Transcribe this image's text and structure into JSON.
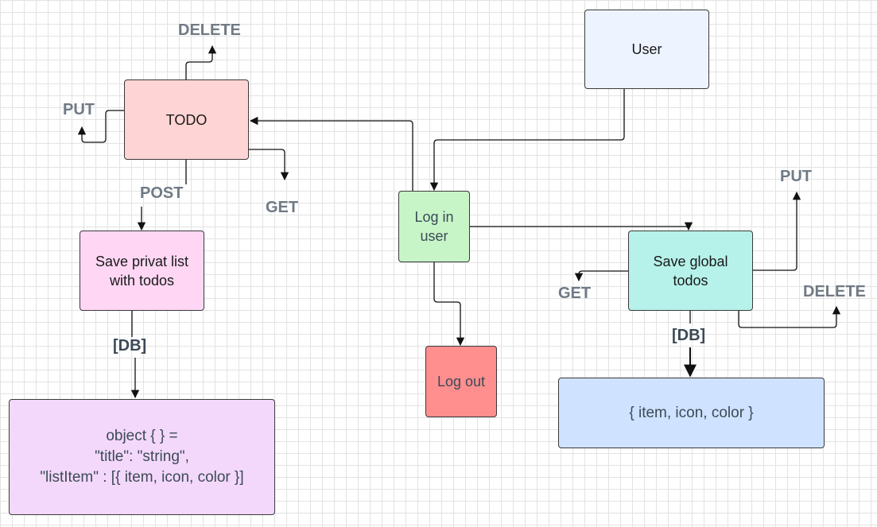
{
  "nodes": {
    "user": {
      "text": "User",
      "color": "#edf3ff"
    },
    "todo": {
      "text": "TODO",
      "color": "#ffd4d4"
    },
    "login": {
      "text": "Log in\nuser",
      "color": "#c7f5c7"
    },
    "private_list": {
      "text": "Save privat list\nwith todos",
      "color": "#ffd7f5"
    },
    "global_todos": {
      "text": "Save global\ntodos",
      "color": "#b6f2ea"
    },
    "logout": {
      "text": "Log out",
      "color": "#ff8e8e"
    },
    "object_schema": {
      "text": "object { } =\n\"title\": \"string\",\n\"listItem\" : [{ item, icon, color }]",
      "color": "#f3d8fb"
    },
    "global_schema": {
      "text": "{ item, icon, color }",
      "color": "#cfe2ff"
    }
  },
  "labels": {
    "todo_delete": "DELETE",
    "todo_put": "PUT",
    "todo_post": "POST",
    "todo_get": "GET",
    "private_db": "[DB]",
    "global_put": "PUT",
    "global_get": "GET",
    "global_delete": "DELETE",
    "global_db": "[DB]"
  }
}
